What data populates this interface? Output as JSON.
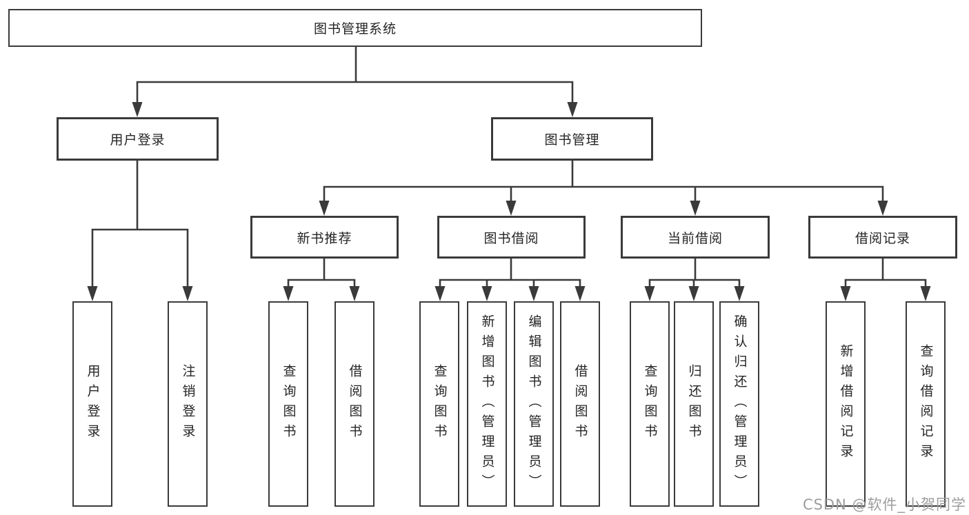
{
  "diagram": {
    "root": {
      "label": "图书管理系统"
    },
    "level2": [
      {
        "label": "用户登录"
      },
      {
        "label": "图书管理"
      }
    ],
    "level3": [
      {
        "label": "新书推荐"
      },
      {
        "label": "图书借阅"
      },
      {
        "label": "当前借阅"
      },
      {
        "label": "借阅记录"
      }
    ],
    "leaves": {
      "user_login": [
        {
          "label": "用户登录"
        },
        {
          "label": "注销登录"
        }
      ],
      "new_book_recommend": [
        {
          "label": "查询图书"
        },
        {
          "label": "借阅图书"
        }
      ],
      "book_borrow": [
        {
          "label": "查询图书"
        },
        {
          "label": "新增图书（管理员）"
        },
        {
          "label": "编辑图书（管理员）"
        },
        {
          "label": "借阅图书"
        }
      ],
      "current_borrow": [
        {
          "label": "查询图书"
        },
        {
          "label": "归还图书"
        },
        {
          "label": "确认归还（管理员）"
        }
      ],
      "borrow_records": [
        {
          "label": "新增借阅记录"
        },
        {
          "label": "查询借阅记录"
        }
      ]
    }
  },
  "watermark": "CSDN @软件_小贺同学",
  "colors": {
    "line": "#3a3a3a",
    "text": "#242424",
    "watermark": "#9d9d9d",
    "background": "#ffffff"
  }
}
